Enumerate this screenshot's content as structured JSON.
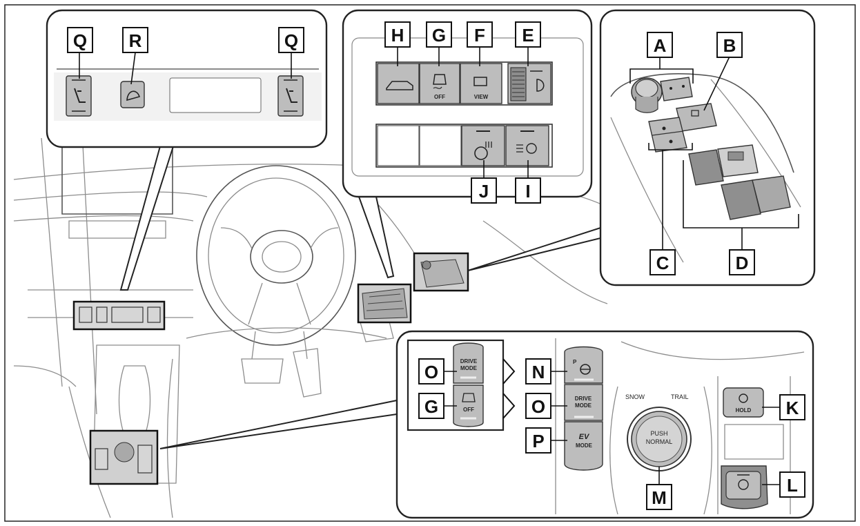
{
  "labels": {
    "A": "A",
    "B": "B",
    "C": "C",
    "D": "D",
    "E": "E",
    "F": "F",
    "G": "G",
    "H": "H",
    "I": "I",
    "J": "J",
    "K": "K",
    "L": "L",
    "M": "M",
    "N": "N",
    "O": "O",
    "P": "P",
    "Q": "Q",
    "R": "R"
  },
  "button_texts": {
    "off": "OFF",
    "view": "VIEW",
    "drive": "DRIVE",
    "mode": "MODE",
    "ev": "EV",
    "ev_mode": "MODE",
    "hold": "HOLD",
    "push": "PUSH",
    "normal": "NORMAL",
    "snow": "SNOW",
    "trail": "TRAIL",
    "p": "P"
  },
  "colors": {
    "line": "#222222",
    "button": "#bdbdbd",
    "sketch": "#8c8c8c"
  }
}
